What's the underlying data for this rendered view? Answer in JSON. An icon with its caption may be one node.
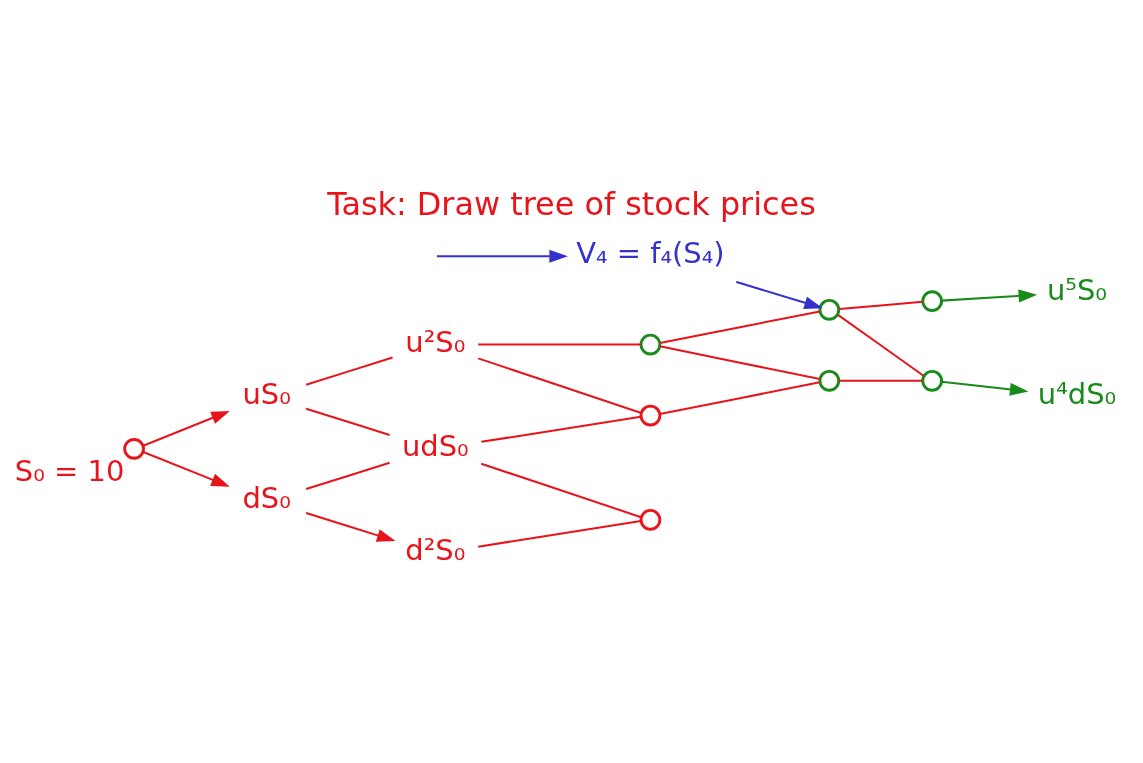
{
  "diagram": {
    "title": "Task: Draw tree of stock prices",
    "nodes": [
      {
        "text": [],
        "shape": "circle",
        "beside": [
          "S₀ = 10"
        ]
      },
      {
        "text": [
          "uS₀"
        ]
      },
      {
        "text": [
          "dS₀"
        ]
      },
      {
        "text": [
          "u²S₀"
        ]
      },
      {
        "text": [
          "udS₀"
        ]
      },
      {
        "text": [
          "d²S₀"
        ]
      },
      {
        "text": [],
        "shape": "circle"
      },
      {
        "text": [],
        "shape": "circle"
      },
      {
        "text": [],
        "shape": "circle"
      },
      {
        "text": [],
        "shape": "circle"
      },
      {
        "text": [],
        "shape": "circle"
      },
      {
        "text": [],
        "shape": "circle"
      },
      {
        "text": [],
        "shape": "circle"
      },
      {
        "text": [
          "u⁵S₀"
        ]
      },
      {
        "text": [
          "u⁴dS₀"
        ]
      },
      {
        "text": [
          "V₄ = f₄(S₄)"
        ]
      }
    ],
    "edges": [
      {
        "from": 0,
        "to": 1,
        "arrow": "to"
      },
      {
        "from": 0,
        "to": 2,
        "arrow": "to"
      },
      {
        "from": 1,
        "to": 3,
        "arrow": "none"
      },
      {
        "from": 1,
        "to": 4,
        "arrow": "none"
      },
      {
        "from": 2,
        "to": 4,
        "arrow": "none"
      },
      {
        "from": 2,
        "to": 5,
        "arrow": "to"
      },
      {
        "from": 3,
        "to": 6,
        "arrow": "none"
      },
      {
        "from": 3,
        "to": 7,
        "arrow": "none"
      },
      {
        "from": 4,
        "to": 7,
        "arrow": "none"
      },
      {
        "from": 4,
        "to": 8,
        "arrow": "none"
      },
      {
        "from": 5,
        "to": 8,
        "arrow": "none"
      },
      {
        "from": 6,
        "to": 9,
        "arrow": "none"
      },
      {
        "from": 6,
        "to": 10,
        "arrow": "none"
      },
      {
        "from": 7,
        "to": 10,
        "arrow": "none"
      },
      {
        "from": 9,
        "to": 11,
        "arrow": "none"
      },
      {
        "from": 9,
        "to": 12,
        "arrow": "none"
      },
      {
        "from": 10,
        "to": 12,
        "arrow": "none"
      },
      {
        "from": 11,
        "to": 13,
        "arrow": "to",
        "color": "#1a8a1a"
      },
      {
        "from": 12,
        "to": 14,
        "arrow": "to",
        "color": "#1a8a1a"
      },
      {
        "from": 15,
        "to": 9,
        "arrow": "to",
        "color": "#3333cc"
      },
      {
        "from": null,
        "to": 15,
        "arrow": "to",
        "color": "#3333cc"
      }
    ]
  }
}
